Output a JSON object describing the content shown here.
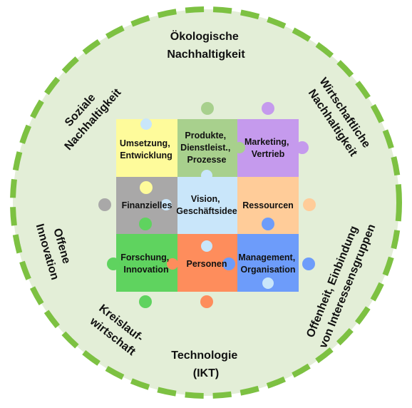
{
  "colors": {
    "circle_fill": "#e3eed7",
    "dash_ring": "#7dc142",
    "puzzle": {
      "tl": "#fefb9b",
      "tc": "#a8d08d",
      "tr": "#c59aed",
      "ml": "#a9a8a8",
      "mc": "#c9e6fa",
      "mr": "#ffcc99",
      "bl": "#5fd35f",
      "bc": "#fe8d5c",
      "br": "#6d9cfa"
    }
  },
  "ring_labels": {
    "top": [
      "Ökologische",
      "Nachhaltigkeit"
    ],
    "top_left": [
      "Soziale",
      "Nachhaltigkeit"
    ],
    "top_right": [
      "Wirtschaftliche",
      "Nachhaltigkeit"
    ],
    "left": [
      "Offene",
      "Innovation"
    ],
    "right": [
      "Offenheit, Einbindung",
      "von Interessensgruppen"
    ],
    "bottom_left": [
      "Kreislauf-",
      "wirtschaft"
    ],
    "bottom": [
      "Technologie",
      "(IKT)"
    ]
  },
  "pieces": {
    "tl": [
      "Umsetzung,",
      "Entwicklung"
    ],
    "tc": [
      "Produkte,",
      "Dienstleist.,",
      "Prozesse"
    ],
    "tr": [
      "Marketing,",
      "Vertrieb"
    ],
    "ml": [
      "Finanzielles"
    ],
    "mc": [
      "Vision,",
      "Geschäftsidee"
    ],
    "mr": [
      "Ressourcen"
    ],
    "bl": [
      "Forschung,",
      "Innovation"
    ],
    "bc": [
      "Personen"
    ],
    "br": [
      "Management,",
      "Organisation"
    ]
  }
}
